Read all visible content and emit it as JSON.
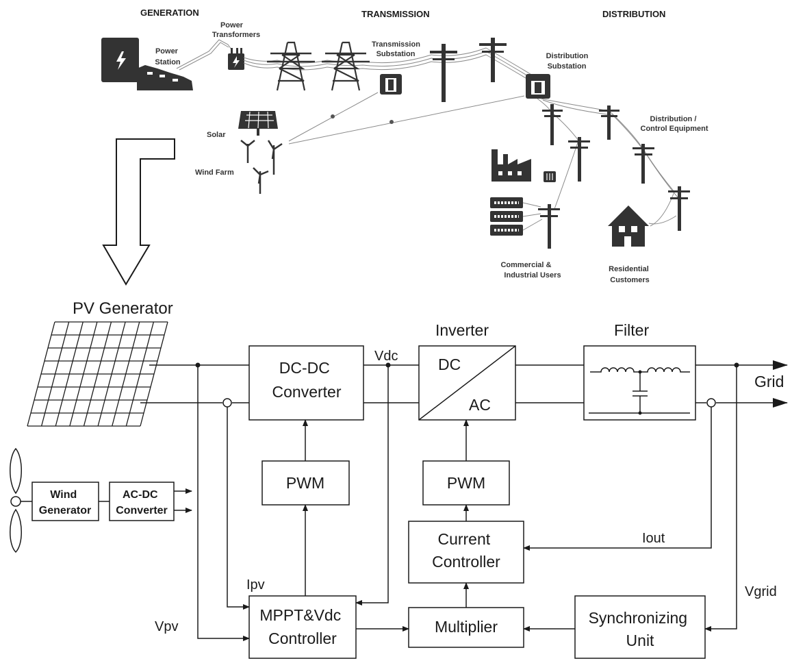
{
  "top": {
    "section_generation": "GENERATION",
    "section_transmission": "TRANSMISSION",
    "section_distribution": "DISTRIBUTION",
    "power_station": [
      "Power",
      "Station"
    ],
    "power_transformers": [
      "Power",
      "Transformers"
    ],
    "transmission_substation": [
      "Transmission",
      "Substation"
    ],
    "distribution_substation": [
      "Distribution",
      "Substation"
    ],
    "solar": "Solar",
    "wind_farm": "Wind Farm",
    "distribution_control": [
      "Distribution /",
      "Control Equipment"
    ],
    "commercial_industrial": [
      "Commercial &",
      "Industrial Users"
    ],
    "residential": [
      "Residential",
      "Customers"
    ]
  },
  "bottom": {
    "pv_generator": "PV Generator",
    "dcdc": [
      "DC-DC",
      "Converter"
    ],
    "vdc": "Vdc",
    "inverter": "Inverter",
    "inv_dc": "DC",
    "inv_ac": "AC",
    "filter": "Filter",
    "grid": "Grid",
    "pwm_left": "PWM",
    "pwm_right": "PWM",
    "wind_generator": [
      "Wind",
      "Generator"
    ],
    "acdc": [
      "AC-DC",
      "Converter"
    ],
    "current_controller": [
      "Current",
      "Controller"
    ],
    "iout": "Iout",
    "ipv": "Ipv",
    "vgrid": "Vgrid",
    "vpv": "Vpv",
    "mppt": [
      "MPPT&Vdc",
      "Controller"
    ],
    "multiplier": "Multiplier",
    "sync": [
      "Synchronizing",
      "Unit"
    ]
  }
}
